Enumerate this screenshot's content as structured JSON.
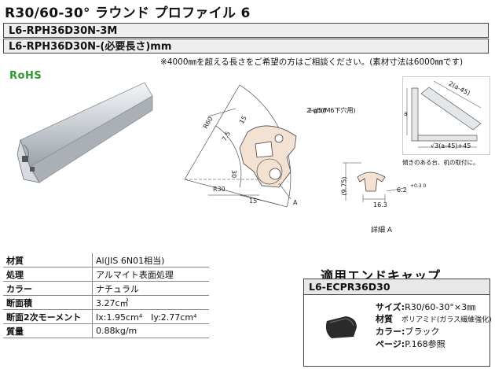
{
  "header": {
    "title": "R30/60-30° ラウンド プロファイル 6",
    "code_fixed": "L6-RPH36D30N-3M",
    "code_custom": "L6-RPH36D30N-(必要長さ)mm"
  },
  "note": "※4000㎜を超える長さをご希望の方はご相談ください。(素材寸法は6000㎜です)",
  "rohs": "RoHS",
  "drawing": {
    "labels": {
      "r60": "R60",
      "r30": "R30",
      "d75": "7.5",
      "d15a": "15",
      "d30": "30",
      "d15b": "15",
      "hole": "2-φ5(M6下穴用)",
      "a_mark": "A"
    },
    "detail": {
      "h975": "(9.75)",
      "w163": "16.3",
      "d62": "6.2",
      "tol": "+0.3\n0",
      "caption": "詳細 A"
    },
    "mount": {
      "label_top": "2(a-45)",
      "label_a": "a",
      "label_bottom": "√3(a-45)+45",
      "caption": "傾きのある台、机の取付に。"
    }
  },
  "specs": [
    {
      "key": "材質",
      "value": "Al(JIS 6N01相当)"
    },
    {
      "key": "処理",
      "value": "アルマイト表面処理"
    },
    {
      "key": "カラー",
      "value": "ナチュラル"
    },
    {
      "key": "断面積",
      "value": "3.27c㎡"
    },
    {
      "key": "断面2次モーメント",
      "value": "Ix:1.95cm⁴　Iy:2.77cm⁴"
    },
    {
      "key": "質量",
      "value": "0.88kg/m"
    }
  ],
  "endcap": {
    "title": "適用エンドキャップ",
    "code": "L6-ECPR36D30",
    "rows": [
      {
        "key": "サイズ:",
        "value": "R30/60-30°×3㎜"
      },
      {
        "key": "材質",
        "value": "ポリアミド(ガラス繊維強化)"
      },
      {
        "key": "カラー:",
        "value": "ブラック"
      },
      {
        "key": "ページ:",
        "value": "P.168参照"
      }
    ]
  },
  "colors": {
    "rohs_green": "#2e9a2e",
    "profile_fill": "#f3e1d2",
    "box_bg": "#eeeeee"
  }
}
